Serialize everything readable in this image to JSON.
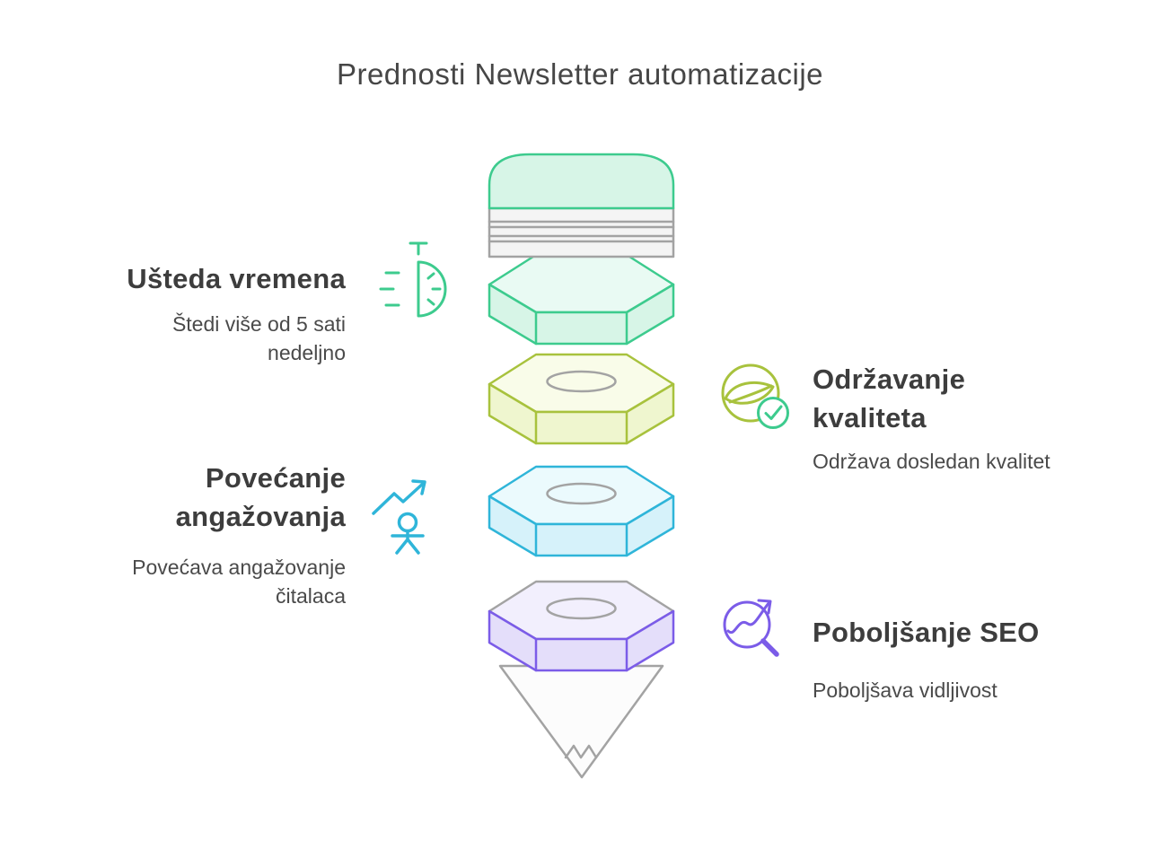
{
  "title": "Prednosti Newsletter automatizacije",
  "benefits": [
    {
      "id": "time",
      "heading": "Ušteda vremena",
      "subtitle": "Štedi više od 5 sati nedeljno",
      "icon": "stopwatch-icon",
      "color": "#3dcb8e"
    },
    {
      "id": "quality",
      "heading": "Održavanje kvaliteta",
      "subtitle": "Održava dosledan kvalitet",
      "icon": "leaf-check-icon",
      "color": "#a8c23d"
    },
    {
      "id": "engagement",
      "heading": "Povećanje angažovanja",
      "subtitle": "Povećava angažovanje čitalaca",
      "icon": "growth-person-icon",
      "color": "#2fb5d9"
    },
    {
      "id": "seo",
      "heading": "Poboljšanje SEO",
      "subtitle": "Poboljšava vidljivost",
      "icon": "magnifier-trend-icon",
      "color": "#7b5ce8"
    }
  ],
  "colors": {
    "green": "#3dcb8e",
    "olive": "#a8c23d",
    "cyan": "#2fb5d9",
    "purple": "#7b5ce8",
    "gray": "#a3a3a3",
    "heading_text": "#3d3d3d",
    "body_text": "#4a4a4a"
  }
}
